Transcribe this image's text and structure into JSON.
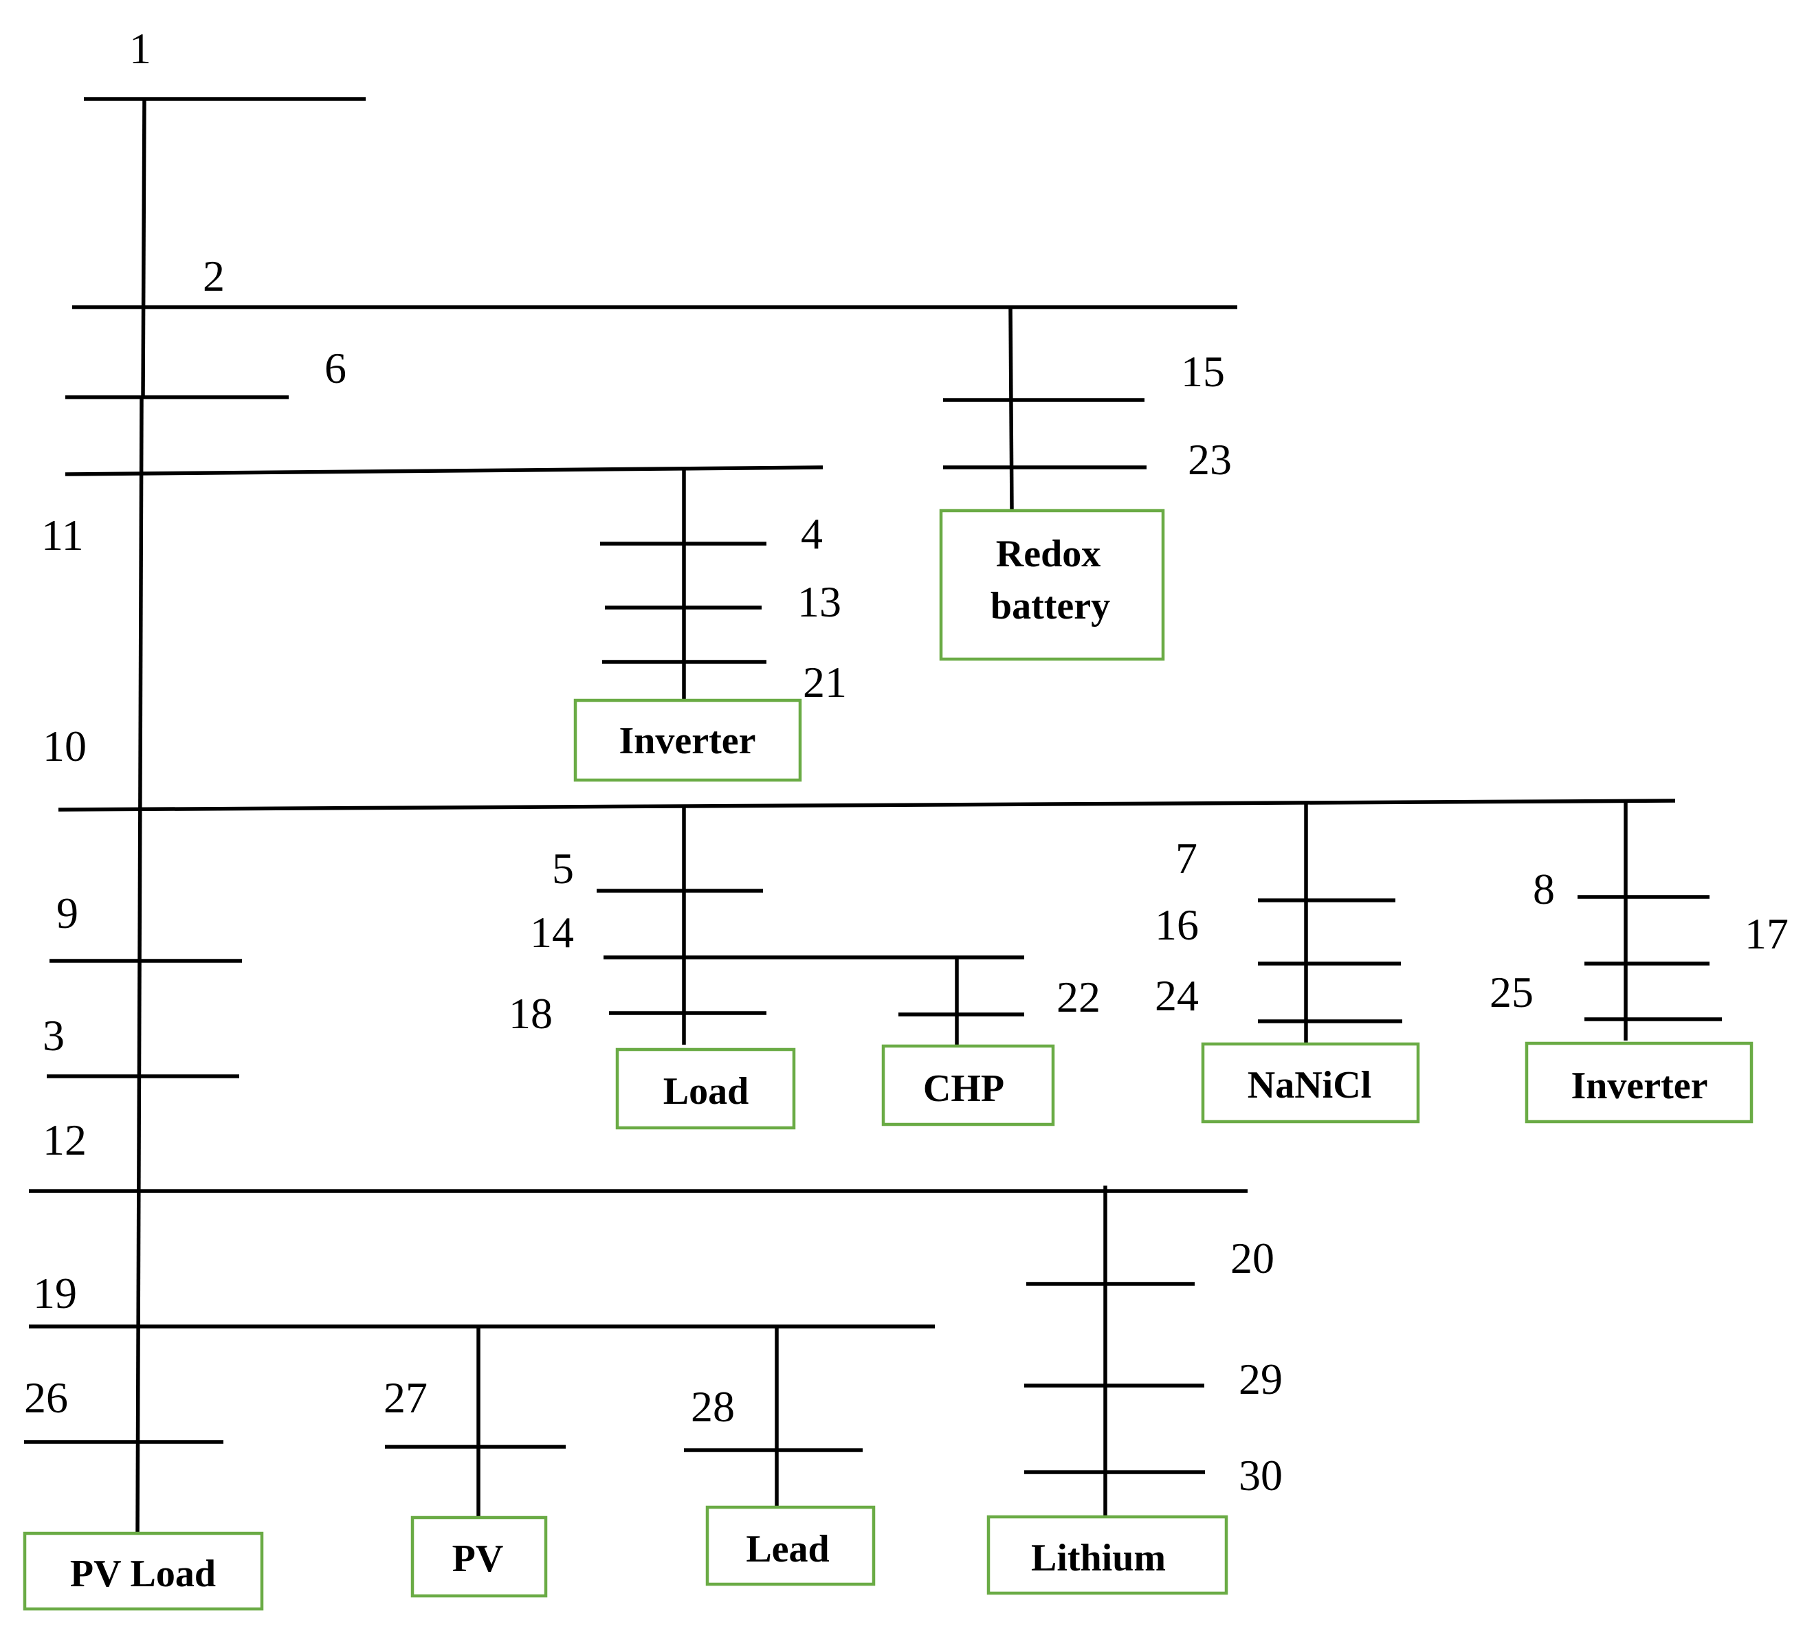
{
  "bus_numbers": {
    "n1": "1",
    "n2": "2",
    "n3": "3",
    "n4": "4",
    "n5": "5",
    "n6": "6",
    "n7": "7",
    "n8": "8",
    "n9": "9",
    "n10": "10",
    "n11": "11",
    "n12": "12",
    "n13": "13",
    "n14": "14",
    "n15": "15",
    "n16": "16",
    "n17": "17",
    "n18": "18",
    "n19": "19",
    "n20": "20",
    "n21": "21",
    "n22": "22",
    "n23": "23",
    "n24": "24",
    "n25": "25",
    "n26": "26",
    "n27": "27",
    "n28": "28",
    "n29": "29",
    "n30": "30"
  },
  "components": {
    "redox_battery": [
      "Redox",
      "battery"
    ],
    "inverter_upper": "Inverter",
    "load": "Load",
    "chp": "CHP",
    "nanicl": "NaNiCl",
    "inverter_right": "Inverter",
    "pv_load": "PV Load",
    "pv": "PV",
    "lead": "Lead",
    "lithium": "Lithium"
  },
  "colors": {
    "line": "#000000",
    "box_border": "#6aab45"
  }
}
